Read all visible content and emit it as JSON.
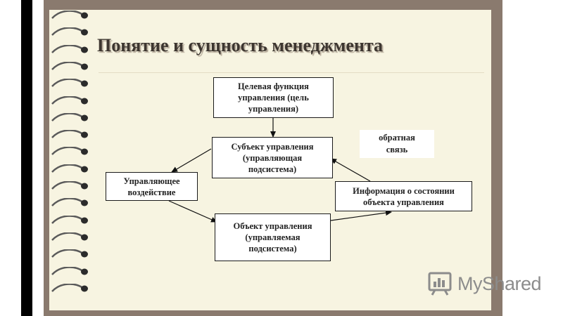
{
  "slide": {
    "title": "Понятие и сущность менеджмента"
  },
  "diagram": {
    "nodes": {
      "goal": "Целевая функция\nуправления (цель\nуправления)",
      "subject": "Субъект управления\n(управляющая\nподсистема)",
      "influence": "Управляющее\nвоздействие",
      "info": "Информация о состоянии\nобъекта управления",
      "object": "Объект управления\n(управляемая\nподсистема)"
    },
    "feedback_label": "обратная\nсвязь",
    "edges": [
      {
        "from": "goal",
        "to": "subject"
      },
      {
        "from": "subject",
        "to": "influence"
      },
      {
        "from": "influence",
        "to": "object"
      },
      {
        "from": "object",
        "to": "info"
      },
      {
        "from": "info",
        "to": "subject"
      }
    ]
  },
  "watermark": {
    "text": "MyShared"
  },
  "colors": {
    "frame": "#8a7a6e",
    "paper": "#f7f4e1",
    "title": "#3d3630"
  }
}
